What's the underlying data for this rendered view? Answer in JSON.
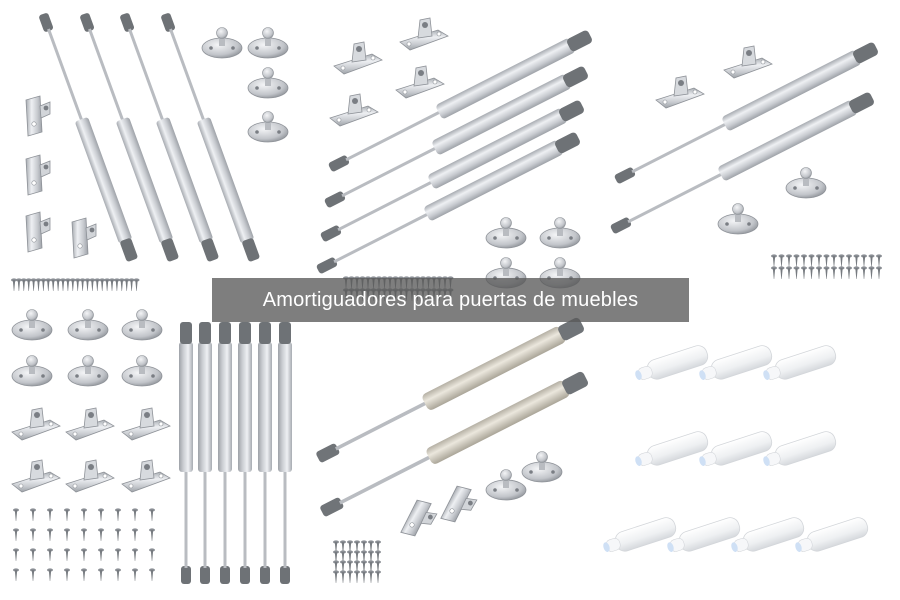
{
  "caption": "Amortiguadores para puertas de muebles",
  "colors": {
    "background": "#ffffff",
    "strut_silver": "#c9ccd1",
    "strut_highlight": "#eef0f3",
    "rod_chrome": "#b9bcc1",
    "end_cap_dark": "#707478",
    "strut_champagne": "#cfc9bb",
    "damper_white": "#f2f3f5",
    "damper_tip_blue": "#cfe0f5",
    "caption_box": "#5a5a5a",
    "caption_text": "#ffffff"
  },
  "icons": [
    "gas-strut",
    "mounting-bracket",
    "ball-stud-plate",
    "wood-screw",
    "push-damper"
  ]
}
